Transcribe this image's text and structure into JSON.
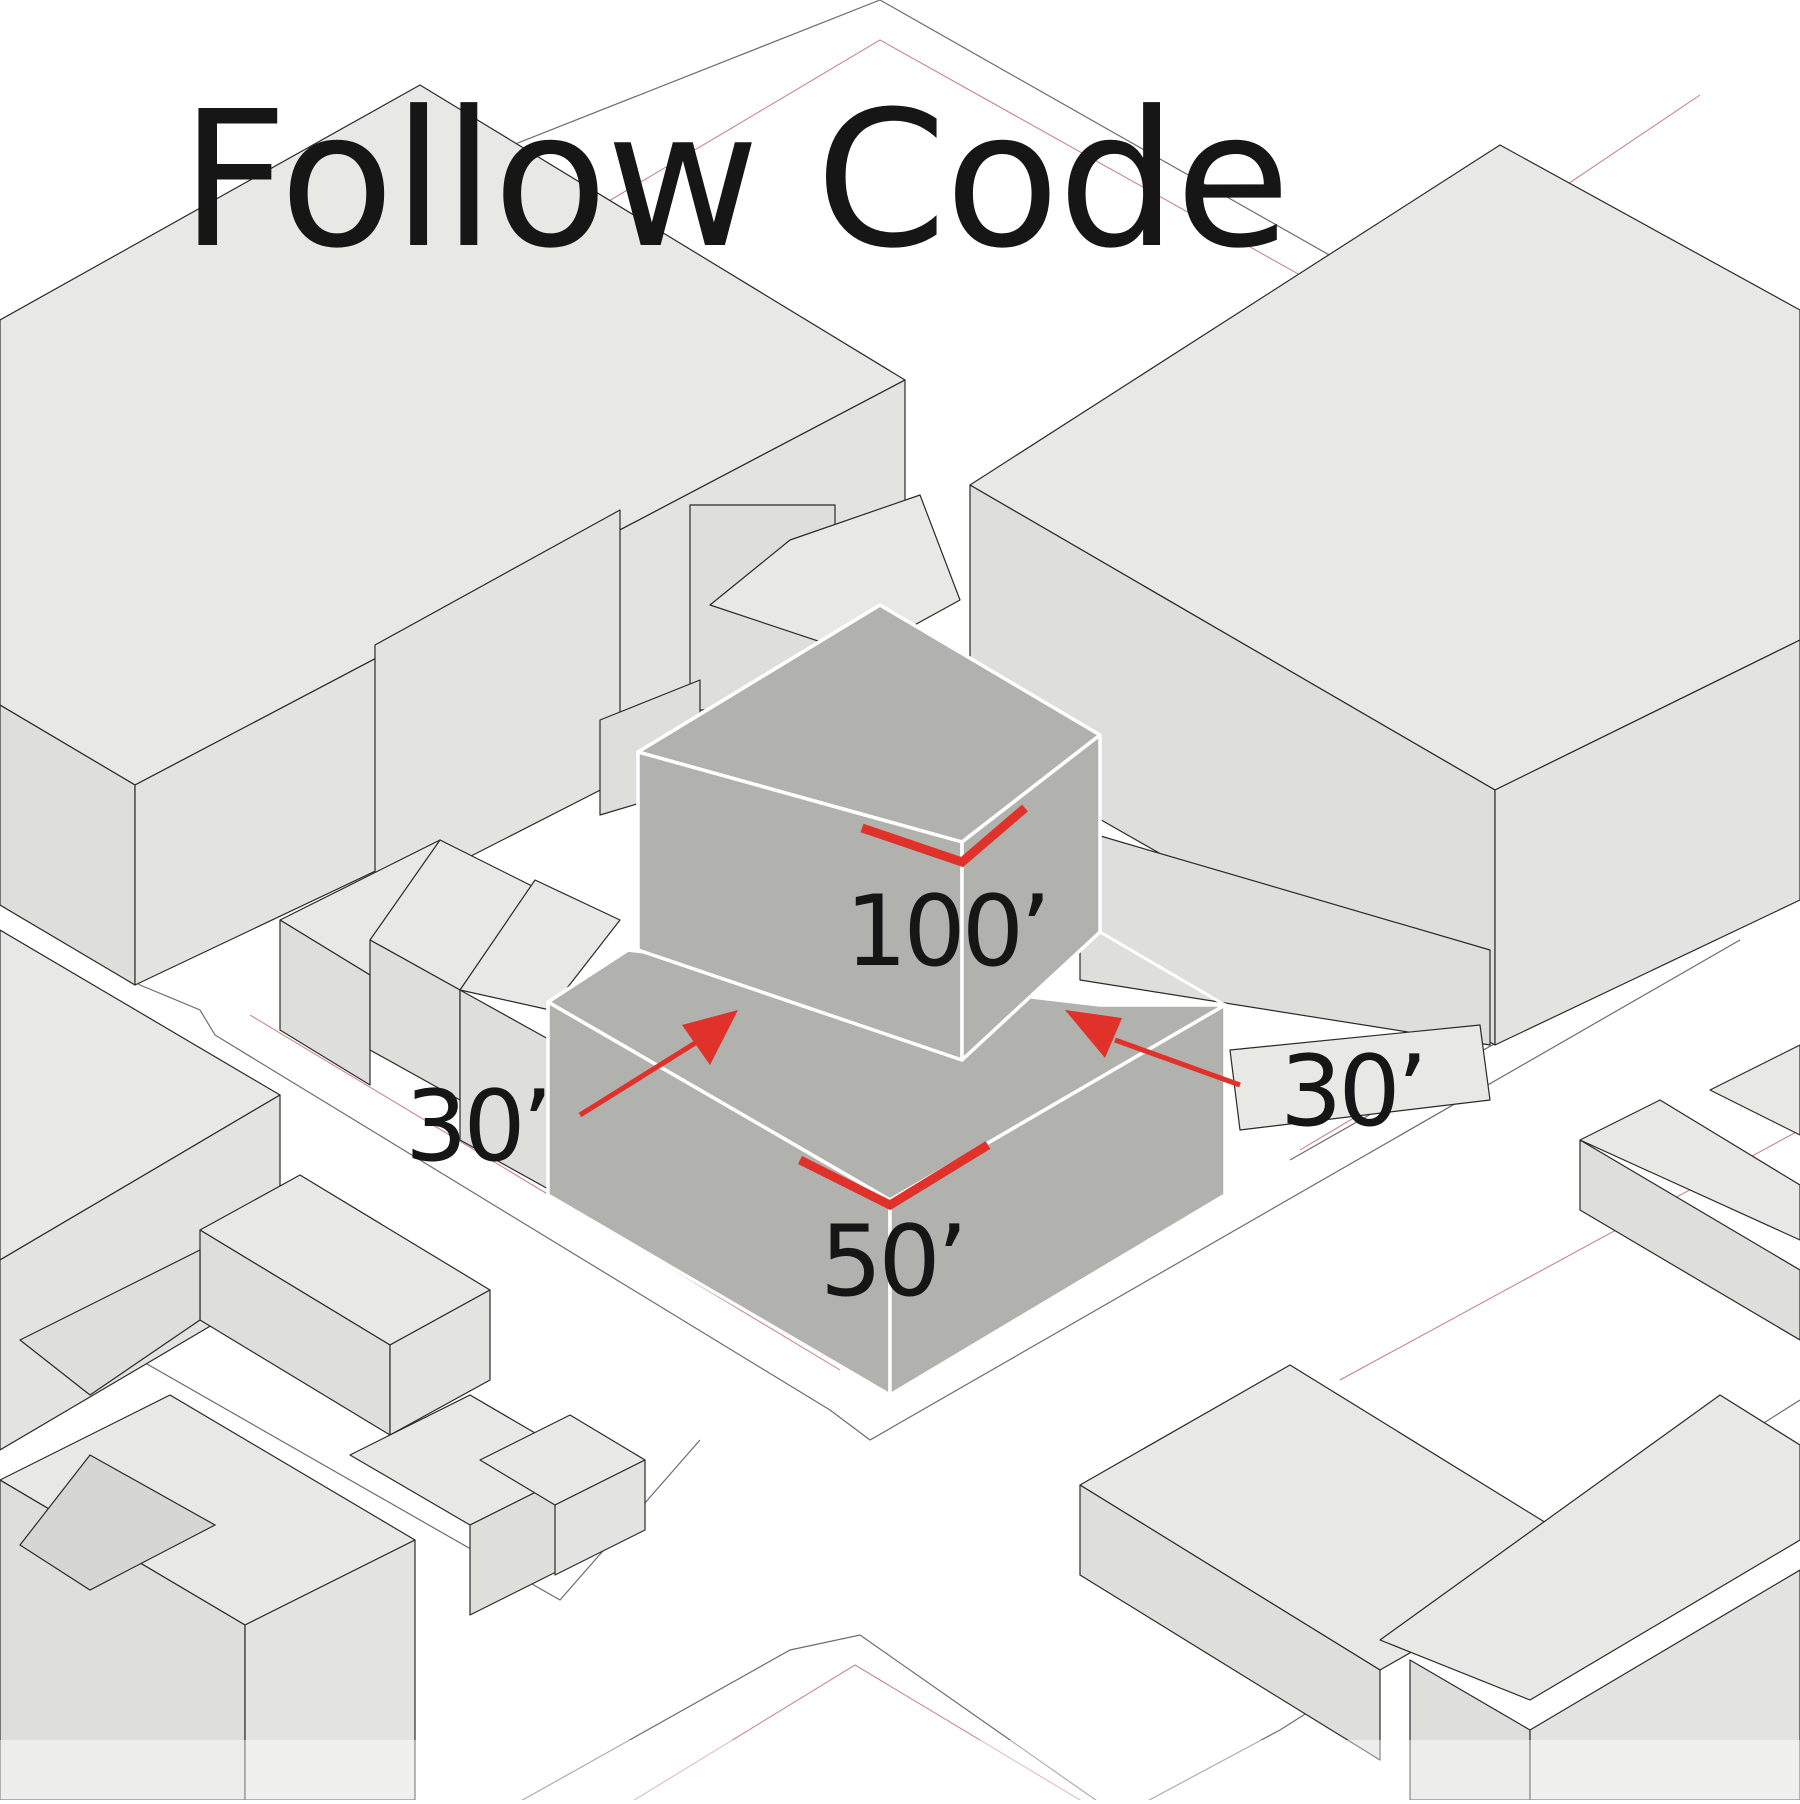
{
  "title": "Follow Code",
  "labels": {
    "top_height": "100’",
    "base_height": "50’",
    "setback_left": "30’",
    "setback_right": "30’"
  },
  "colors": {
    "accent_red": "#e0312b",
    "massing_gray": "#b1b1ad",
    "context_gray": "#e8e8e5",
    "ink": "#161616"
  }
}
